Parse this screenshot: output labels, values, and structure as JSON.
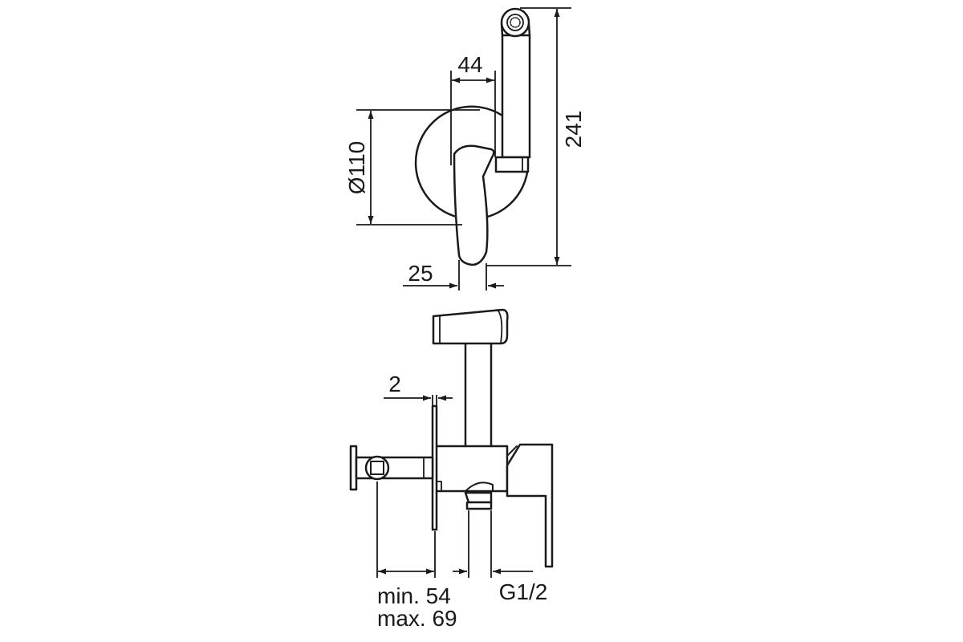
{
  "colors": {
    "line": "#1a1a1a",
    "background": "#ffffff"
  },
  "front_view": {
    "dim_width_top": "44",
    "dim_diameter": "Ø110",
    "dim_height": "241",
    "dim_handle_width": "25"
  },
  "side_view": {
    "dim_plate_thickness": "2",
    "dim_depth_min": "min. 54",
    "dim_depth_max": "max. 69",
    "dim_thread": "G1/2"
  }
}
